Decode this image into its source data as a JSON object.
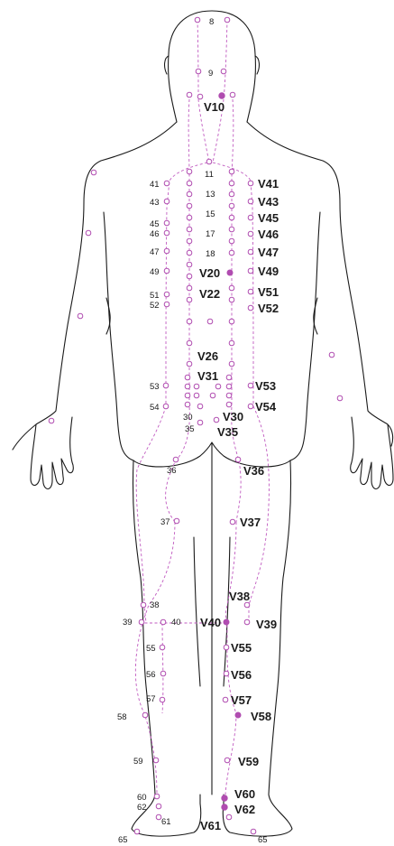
{
  "labels": {
    "n8": "8",
    "n9": "9",
    "v10": "V10",
    "n11": "11",
    "n13": "13",
    "n15": "15",
    "n17": "17",
    "n18": "18",
    "v20": "V20",
    "v22": "V22",
    "v26": "V26",
    "v31": "V31",
    "l41": "41",
    "l43": "43",
    "l45": "45",
    "l46": "46",
    "l47": "47",
    "l49": "49",
    "l51": "51",
    "l52": "52",
    "r41": "V41",
    "r43": "V43",
    "r45": "V45",
    "r46": "V46",
    "r47": "V47",
    "r49": "V49",
    "r51": "V51",
    "r52": "V52",
    "l53": "53",
    "l54": "54",
    "r53": "V53",
    "r54": "V54",
    "n30": "30",
    "n35": "35",
    "v30": "V30",
    "v35": "V35",
    "l36": "36",
    "r36": "V36",
    "l37": "37",
    "r37": "V37",
    "l38": "38",
    "r38": "V38",
    "l39": "39",
    "l40": "40",
    "r40": "V40",
    "r39": "V39",
    "l55": "55",
    "r55": "V55",
    "l56": "56",
    "r56": "V56",
    "l57": "57",
    "r57": "V57",
    "l58": "58",
    "r58": "V58",
    "l59": "59",
    "r59": "V59",
    "l60": "60",
    "l62": "62",
    "l61": "61",
    "r60": "V60",
    "r62": "V62",
    "r61": "V61",
    "l65": "65",
    "r65": "65"
  },
  "colors": {
    "meridian": "#c05ac0",
    "point": "#b04cb0",
    "outline": "#1a1a1a"
  }
}
